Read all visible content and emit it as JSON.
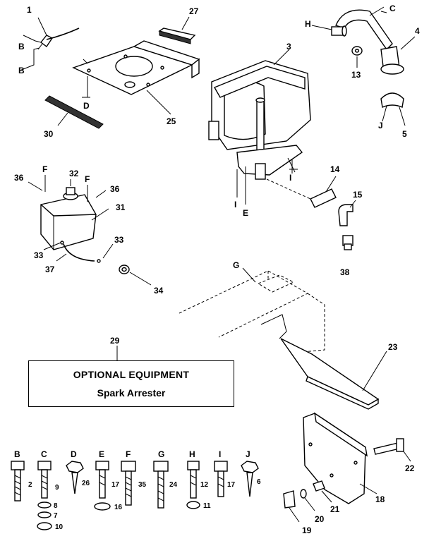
{
  "callouts": {
    "n1": "1",
    "n2": "2",
    "n3": "3",
    "n4": "4",
    "n5": "5",
    "n6": "6",
    "n7": "7",
    "n8": "8",
    "n9": "9",
    "n10": "10",
    "n11": "11",
    "n12": "12",
    "n13": "13",
    "n14": "14",
    "n15": "15",
    "n16": "16",
    "n17a": "17",
    "n17b": "17",
    "n18": "18",
    "n19": "19",
    "n20": "20",
    "n21": "21",
    "n22": "22",
    "n23": "23",
    "n24": "24",
    "n25": "25",
    "n26": "26",
    "n27": "27",
    "n29": "29",
    "n30": "30",
    "n31": "31",
    "n32": "32",
    "n33a": "33",
    "n33b": "33",
    "n34": "34",
    "n35": "35",
    "n36a": "36",
    "n36b": "36",
    "n37": "37",
    "n38": "38"
  },
  "letters": {
    "b1": "B",
    "b2": "B",
    "c_top": "C",
    "d_top": "D",
    "e_top": "E",
    "f1": "F",
    "f2": "F",
    "g_top": "G",
    "h_top": "H",
    "i1": "I",
    "i2": "I",
    "j_top": "J",
    "row_b": "B",
    "row_c": "C",
    "row_d": "D",
    "row_e": "E",
    "row_f": "F",
    "row_g": "G",
    "row_h": "H",
    "row_i": "I",
    "row_j": "J"
  },
  "optional_box": {
    "title": "OPTIONAL EQUIPMENT",
    "subtitle": "Spark Arrester"
  }
}
